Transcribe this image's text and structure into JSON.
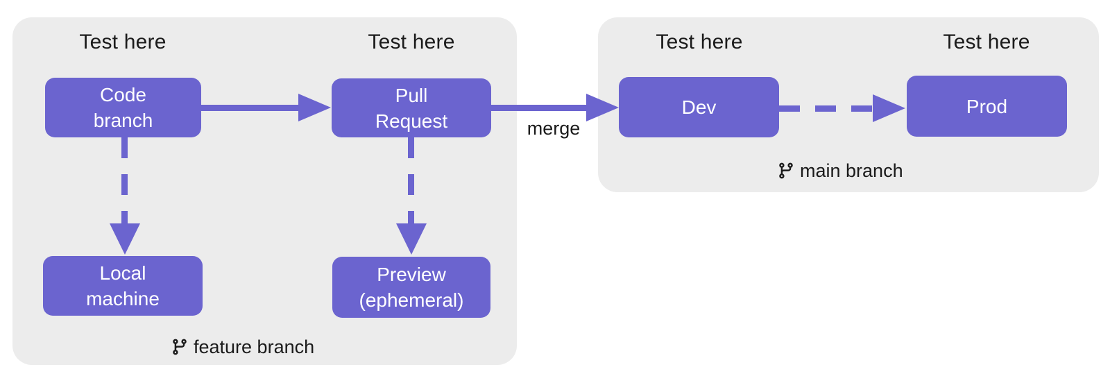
{
  "diagram": {
    "type": "flow",
    "background": "#ffffff",
    "colors": {
      "group_fill": "#ececec",
      "node_fill": "#6b64cf",
      "arrow": "#6b64cf",
      "text_dark": "#1b1b1b",
      "text_light": "#ffffff"
    }
  },
  "groups": [
    {
      "id": "feature-branch",
      "label": "feature branch",
      "icon": "git-branch-icon",
      "test_labels": [
        "Test here",
        "Test here"
      ],
      "nodes": [
        {
          "id": "code-branch",
          "lines": [
            "Code",
            "branch"
          ]
        },
        {
          "id": "pull-request",
          "lines": [
            "Pull",
            "Request"
          ]
        },
        {
          "id": "local-machine",
          "lines": [
            "Local",
            "machine"
          ]
        },
        {
          "id": "preview",
          "lines": [
            "Preview",
            "(ephemeral)"
          ]
        }
      ]
    },
    {
      "id": "main-branch",
      "label": "main branch",
      "icon": "git-branch-icon",
      "test_labels": [
        "Test here",
        "Test here"
      ],
      "nodes": [
        {
          "id": "dev",
          "lines": [
            "Dev"
          ]
        },
        {
          "id": "prod",
          "lines": [
            "Prod"
          ]
        }
      ]
    }
  ],
  "edges": [
    {
      "from": "code-branch",
      "to": "pull-request",
      "style": "solid",
      "label": ""
    },
    {
      "from": "pull-request",
      "to": "dev",
      "style": "solid",
      "label": "merge"
    },
    {
      "from": "dev",
      "to": "prod",
      "style": "dashed",
      "label": ""
    },
    {
      "from": "code-branch",
      "to": "local-machine",
      "style": "dashed",
      "label": ""
    },
    {
      "from": "pull-request",
      "to": "preview",
      "style": "dashed",
      "label": ""
    }
  ]
}
